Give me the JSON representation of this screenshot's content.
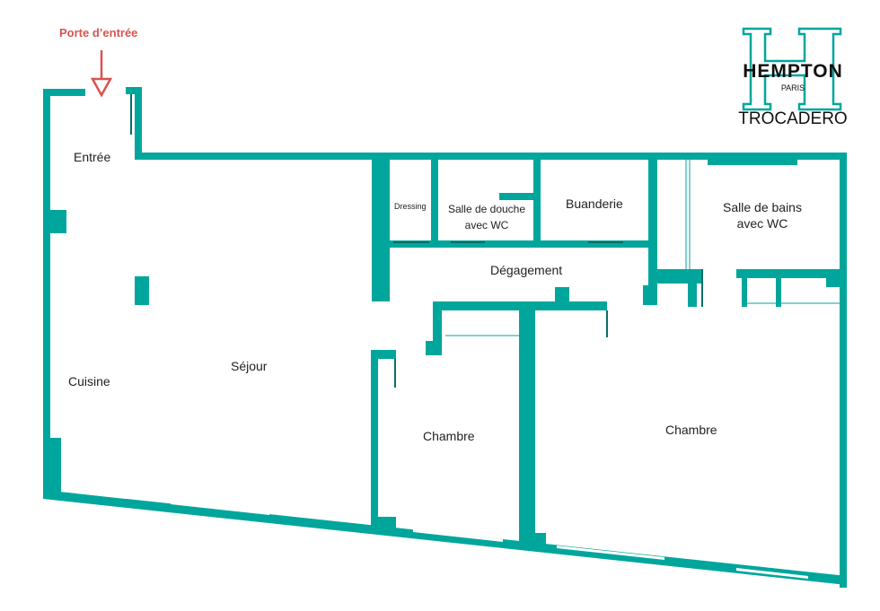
{
  "entry": {
    "label": "Porte d’entrée"
  },
  "logo": {
    "name": "HEMPTON",
    "city": "PARIS",
    "sub": "TROCADERO"
  },
  "rooms": {
    "entree": "Entrée",
    "cuisine": "Cuisine",
    "sejour": "Séjour",
    "dressing": "Dressing",
    "douche_1": "Salle de douche",
    "douche_2": "avec WC",
    "buanderie": "Buanderie",
    "bains_1": "Salle de bains",
    "bains_2": "avec WC",
    "degagement": "Dégagement",
    "chambre_1": "Chambre",
    "chambre_2": "Chambre"
  },
  "colors": {
    "wall": "#00a69c",
    "accent": "#d9534f",
    "dark": "#0b6e68"
  }
}
